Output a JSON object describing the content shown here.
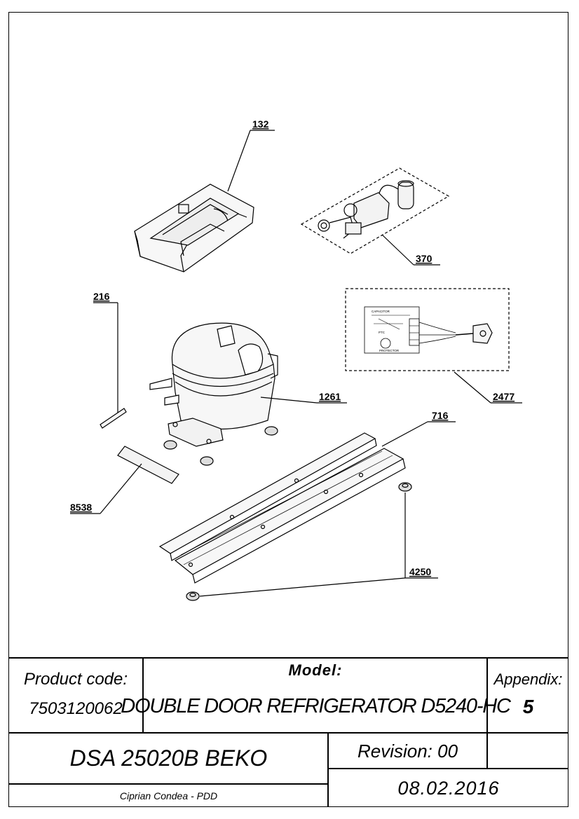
{
  "drawing": {
    "callouts": {
      "c132": "132",
      "c370": "370",
      "c216": "216",
      "c2477": "2477",
      "c1261": "1261",
      "c716": "716",
      "c8538": "8538",
      "c4250": "4250"
    },
    "wiring_labels": {
      "capacitor": "CAPACITOR",
      "ptc": "PTC",
      "protector": "PROTECTOR"
    }
  },
  "title_block": {
    "product_code_label": "Product code:",
    "product_code": "7503120062",
    "model_label": "Model:",
    "model": "DOUBLE DOOR REFRIGERATOR D5240-HC",
    "appendix_label": "Appendix:",
    "appendix": "5",
    "compressor": "DSA 25020B BEKO",
    "revision": "Revision: 00",
    "author": "Ciprian Condea - PDD",
    "date": "08.02.2016"
  }
}
